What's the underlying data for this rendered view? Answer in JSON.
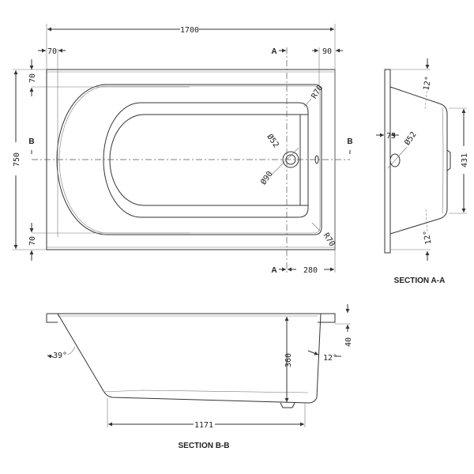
{
  "plan": {
    "overall_length": "1700",
    "left_rim": "70",
    "right_rim": "90",
    "overall_width": "750",
    "top_rim": "70",
    "bottom_rim": "70",
    "section_a": "A",
    "section_b": "B",
    "waste_outer": "Ø90",
    "waste_inner": "Ø52",
    "radius_top": "R70",
    "radius_bottom": "R70",
    "waste_offset": "280"
  },
  "section_aa": {
    "title": "SECTION A-A",
    "angle_top": "12°",
    "angle_bottom": "12°",
    "offset": "75",
    "overflow_dia": "Ø52",
    "base_width": "431"
  },
  "section_bb": {
    "title": "SECTION B-B",
    "angle_left": "39°",
    "angle_right": "12°",
    "depth": "360",
    "rim_height": "40",
    "base_length": "1171"
  }
}
